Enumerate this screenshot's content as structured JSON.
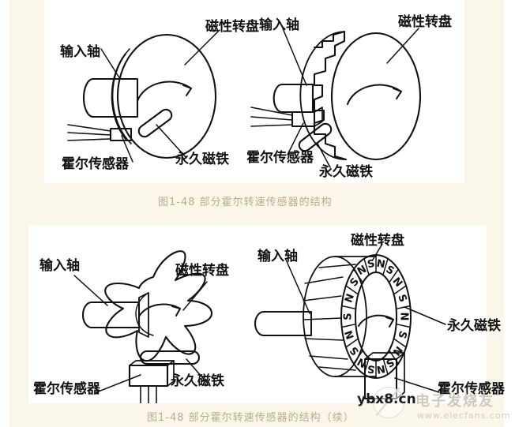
{
  "page": {
    "background_color": "#ffffff",
    "cream_color": "#faf6e9",
    "panel_color": "#ffffff",
    "ink_color": "#111111",
    "caption_color": "#b9ad86"
  },
  "figures": [
    {
      "id": "fig-top-left",
      "description": "Hall speed sensor with solid magnetic disc rotor, input shaft, permanent magnet and Hall sensor",
      "labels": {
        "magnetic_disc": "磁性转盘",
        "input_shaft": "输入轴",
        "hall_sensor": "霍尔传感器",
        "permanent_magnet": "永久磁铁"
      }
    },
    {
      "id": "fig-top-right",
      "description": "Hall speed sensor with toothed magnetic disc rotor viewed at an angle",
      "labels": {
        "magnetic_disc": "磁性转盘",
        "input_shaft": "输入轴",
        "hall_sensor": "霍尔传感器",
        "permanent_magnet": "永久磁铁"
      }
    },
    {
      "id": "fig-bottom-left",
      "description": "Hall speed sensor with five lobed star rotor",
      "labels": {
        "magnetic_disc": "磁性转盘",
        "input_shaft": "输入轴",
        "hall_sensor": "霍尔传感器",
        "permanent_magnet": "永久磁铁"
      }
    },
    {
      "id": "fig-bottom-right",
      "description": "Hall speed sensor with ring of alternating N and S permanent magnet segments",
      "labels": {
        "magnetic_disc": "磁性转盘",
        "input_shaft": "输入轴",
        "hall_sensor": "霍尔传感器",
        "permanent_magnet": "永久磁铁"
      },
      "pole_sequence": [
        "N",
        "S",
        "N",
        "S",
        "N",
        "S",
        "N",
        "S",
        "N",
        "S",
        "N",
        "S",
        "N",
        "S",
        "N",
        "S",
        "N",
        "S"
      ],
      "pole_north": "N",
      "pole_south": "S"
    }
  ],
  "captions": {
    "top": "图1-48  部分霍尔转速传感器的结构",
    "bottom": "图1-48  部分霍尔转速传感器的结构（续）"
  },
  "watermark": {
    "site": "ybx8.cn",
    "brand": "电子发烧友",
    "url": "www.elecfans.com"
  }
}
